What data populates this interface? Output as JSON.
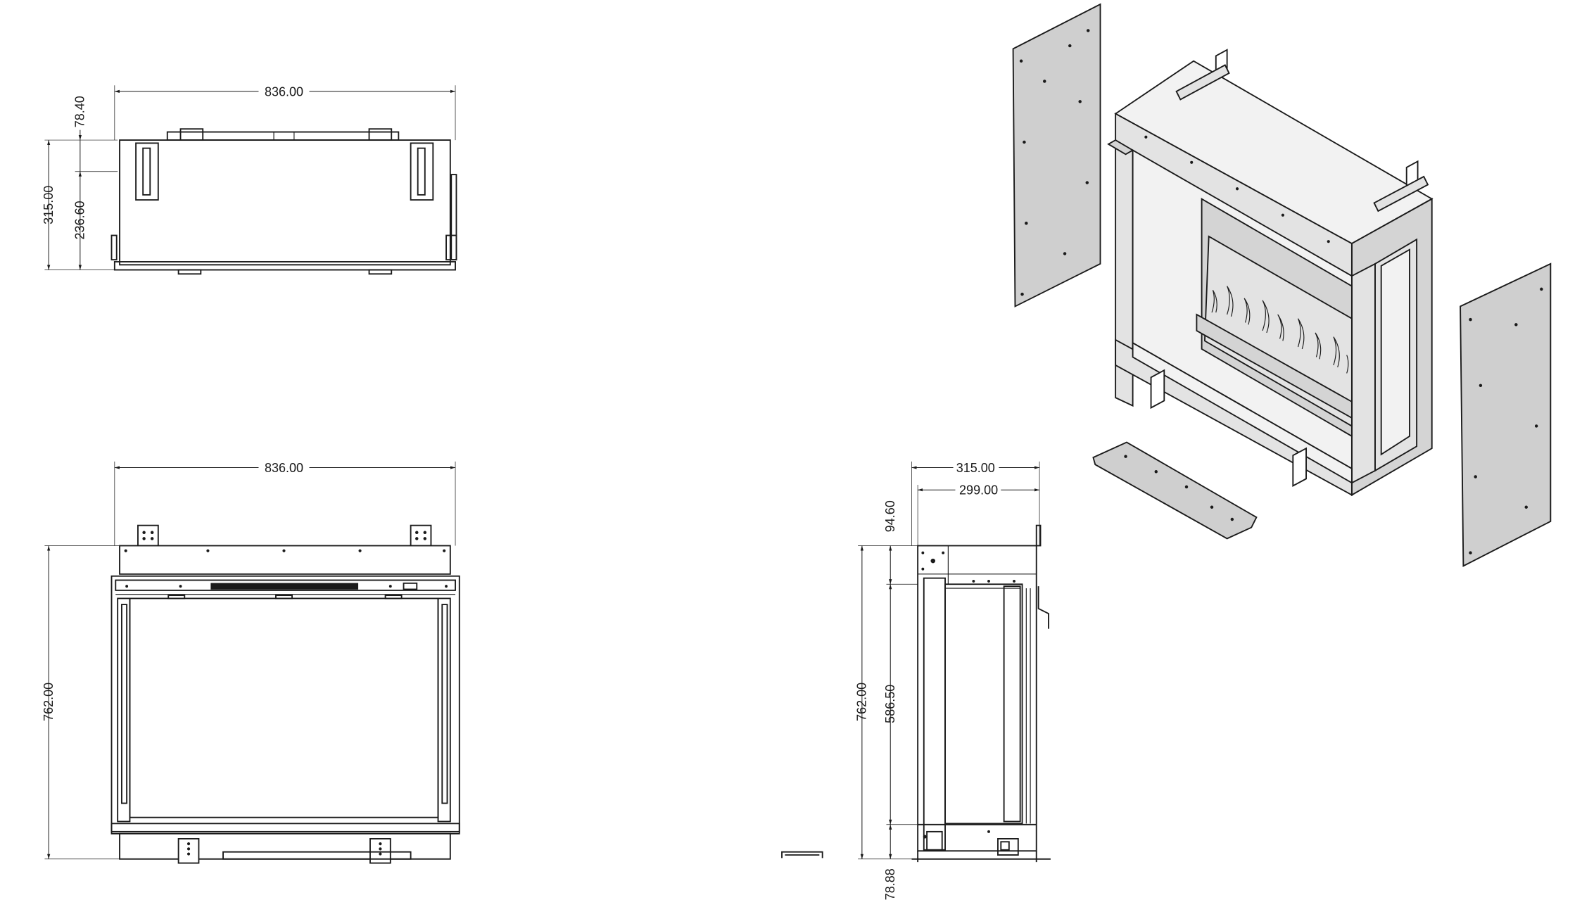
{
  "views": {
    "top": {
      "width_dim": "836.00",
      "total_depth_dim": "315.00",
      "offset_dim": "78.40",
      "inner_depth_dim": "236.60"
    },
    "front": {
      "width_dim": "836.00",
      "height_dim": "762.00"
    },
    "side": {
      "depth_dim": "315.00",
      "inner_depth_dim": "299.00",
      "height_dim": "762.00",
      "top_dim": "94.60",
      "mid_dim": "586.50",
      "bottom_dim": "78.88"
    }
  },
  "colors": {
    "line": "#1a1a1a",
    "panel_fill": "#cfcfcf",
    "face_fill": "#e3e3e3"
  }
}
